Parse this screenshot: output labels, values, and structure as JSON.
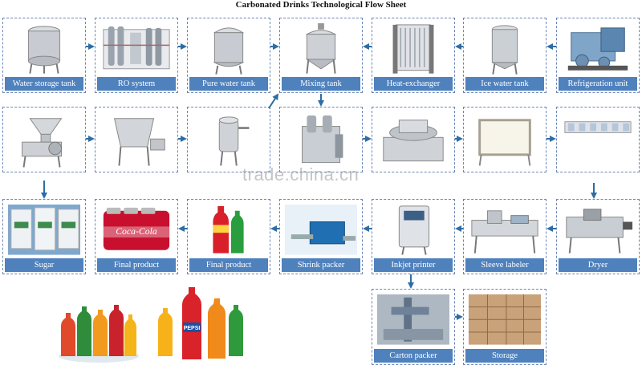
{
  "title": "Carbonated Drinks Technological Flow Sheet",
  "watermark": "trade.china.cn",
  "steps": {
    "water_storage_tank": "Water storage tank",
    "ro_system": "RO system",
    "pure_water_tank": "Pure water tank",
    "mixing_tank": "Mixing tank",
    "heat_exchanger": "Heat-exchanger",
    "ice_water_tank": "Ice water tank",
    "refrigeration_unit": "Refrigeration unit",
    "sugar": "Sugar",
    "final_product_1": "Final product",
    "final_product_2": "Final product",
    "shrink_packer": "Shrink packer",
    "inkjet_printer": "Inkjet printer",
    "sleeve_labeler": "Sleeve labeler",
    "dryer": "Dryer",
    "carton_packer": "Carton packer",
    "storage": "Storage"
  },
  "product_labels": {
    "can_brand": "Coca-Cola",
    "bottle_brand": "PEPSI"
  },
  "colors": {
    "label_bg": "#4f81bd",
    "arrow": "#2e6da4",
    "box_border": "#6b86b8"
  }
}
